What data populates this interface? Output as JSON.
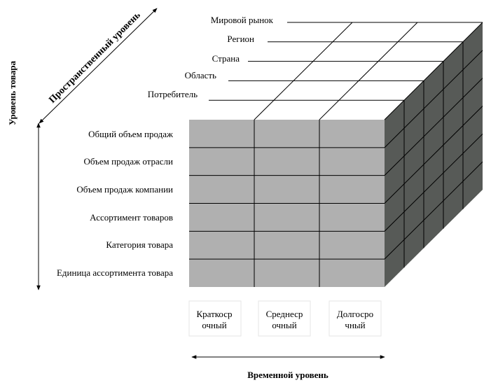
{
  "colors": {
    "front_face": "#b0b0b0",
    "side_face": "#575a57",
    "top_face": "#ffffff",
    "grid_line": "#000000"
  },
  "axes": {
    "vertical_label": "Уровень товара",
    "diagonal_label": "Пространственный уровень",
    "horizontal_label": "Временной уровень"
  },
  "product_levels": [
    "Общий объем продаж",
    "Объем продаж отрасли",
    "Объем продаж компании",
    "Ассортимент товаров",
    "Категория товара",
    "Единица ассортимента товара"
  ],
  "spatial_levels": [
    "Потребитель",
    "Область",
    "Страна",
    "Регион",
    "Мировой рынок"
  ],
  "time_levels": [
    {
      "line1": "Краткоср",
      "line2": "очный"
    },
    {
      "line1": "Среднеср",
      "line2": "очный"
    },
    {
      "line1": "Долгосро",
      "line2": "чный"
    }
  ]
}
